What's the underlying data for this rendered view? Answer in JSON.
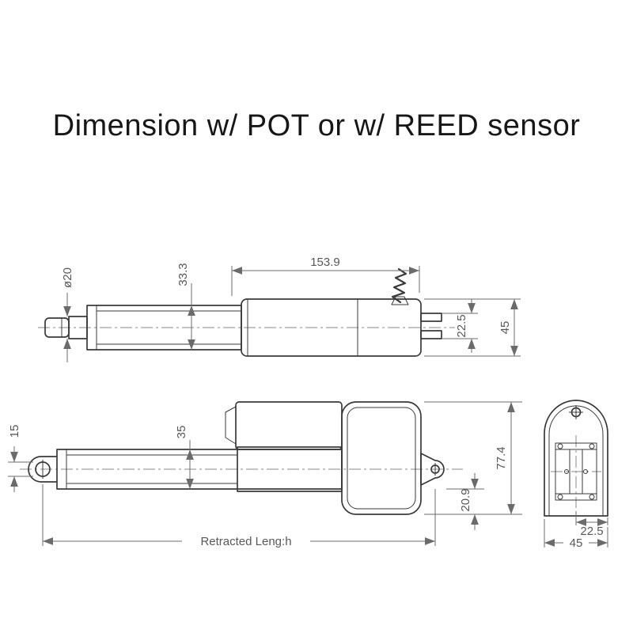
{
  "title": "Dimension w/ POT or w/ REED sensor",
  "colors": {
    "outline": "#3a3a3a",
    "dimension_lines": "#6b6b6b",
    "dimension_text": "#585858",
    "background": "#ffffff"
  },
  "views": {
    "side_top": {
      "dims": {
        "body_length": "153.9",
        "tube_diameter": "33.3",
        "rod_diameter": "ø20",
        "connector_height": "22.5",
        "overall_height": "45"
      }
    },
    "side_front": {
      "dims": {
        "clevis_hole": "15",
        "tube_height": "35",
        "overall_height": "77.4",
        "bottom_offset": "20.9",
        "retracted_length": "Retracted Leng:h"
      }
    },
    "end": {
      "dims": {
        "half_width": "22.5",
        "full_width": "45"
      }
    }
  }
}
